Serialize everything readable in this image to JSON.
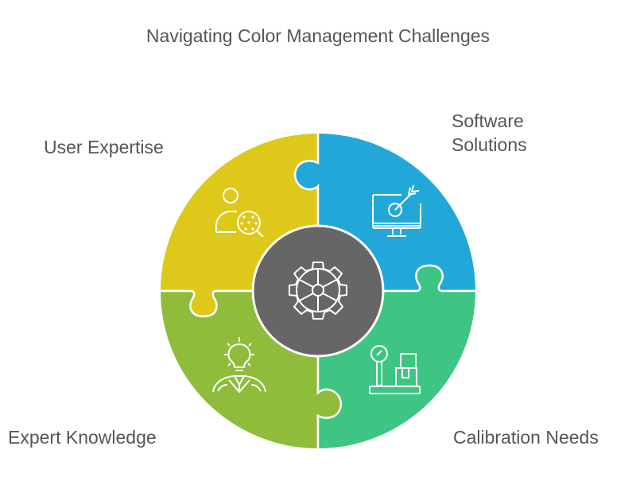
{
  "title": "Navigating Color Management Challenges",
  "quadrants": [
    {
      "position": "top-left",
      "label": "User Expertise",
      "icon": "user-search-icon",
      "color": "#DEC91A"
    },
    {
      "position": "top-right",
      "label_line1": "Software",
      "label_line2": "Solutions",
      "label": "Software Solutions",
      "icon": "monitor-target-icon",
      "color": "#22A8D8"
    },
    {
      "position": "bottom-left",
      "label": "Expert Knowledge",
      "icon": "lightbulb-person-icon",
      "color": "#8FBC3A"
    },
    {
      "position": "bottom-right",
      "label": "Calibration Needs",
      "icon": "scale-package-icon",
      "color": "#3EC583"
    }
  ],
  "center": {
    "icon": "gear-wheel-icon",
    "color": "#666666"
  },
  "colors": {
    "text": "#555555",
    "stroke": "#ffffff"
  }
}
